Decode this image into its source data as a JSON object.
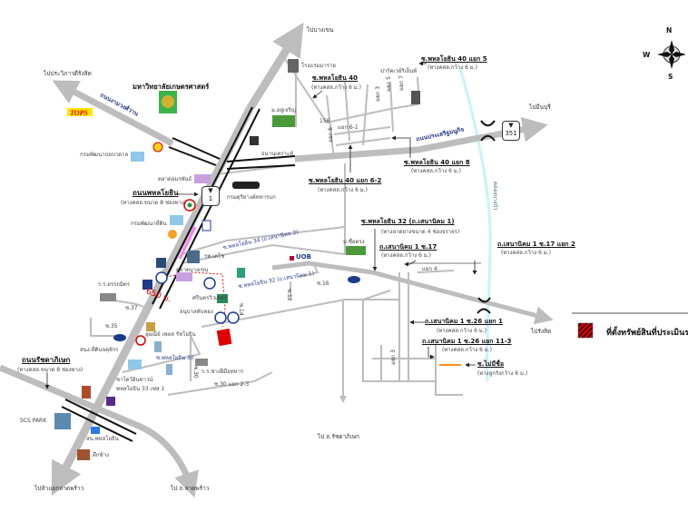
{
  "directions": {
    "to_bangkhen": "ไปบางเขน",
    "to_vibhavadi": "ไปประวิภาวดีรังสิต",
    "to_minburi": "ไปมีนบุรี",
    "to_east": "ไปรังสิต",
    "to_ratchada": "ไป ถ.รัชดาภิเษก",
    "to_5yaek_ladprao": "ไปห้าแยกลาดพร้าว",
    "to_ladprao": "ไป ถ.ลาดพร้าว"
  },
  "compass": {
    "n": "N",
    "s": "S",
    "w": "W"
  },
  "roads": {
    "phahonyothin": "ถนนพหลโยธิน",
    "phahonyothin_note": "(ทางคสล.ขนาด 8 ช่องทาง)",
    "ngamwongwan": "ถนนงามวงศ์วาน",
    "prasert": "ถนนประเสริฐมนูกิจ",
    "ratchada": "ถนนรัชดาภิเษก",
    "ratchada_note": "(ทางคสล.ขนาด 8 ช่องทาง)",
    "soi40": "ซ.พหลโยธิน 40",
    "soi40_note": "(ทางคสล.กว้าง 6 ม.)",
    "soi40_5": "ซ.พหลโยธิน 40 แยก 5",
    "soi40_5_note": "(ทางคสล.กว้าง 6 ม.)",
    "soi40_62": "ซ.พหลโยธิน 40 แยก 6-2",
    "soi40_62_note": "(ทางคสล.กว้าง 6 ม.)",
    "soi40_8": "ซ.พหลโยธิน 40 แยก 8",
    "soi40_8_note": "(ทางคสล.กว้าง 6 ม.)",
    "yaek3": "แยก 3",
    "yaek5": "แยก 5",
    "yaek7": "แยก 7",
    "yaek6": "แยก 6",
    "yaek61": "แยก 6-1",
    "no156": "156",
    "soi34": "ซ.พหลโยธิน 34 (ถ.เสนานิคม 2)",
    "soi32_title": "ซ.พหลโยธิน 32 (ถ.เสนานิคม 1)",
    "soi32_note": "(ทางลาดยางขนาด 4 ช่องจราจร)",
    "soi32_road": "ซ.พหลโยธิน 32 (ถ.เสนานิคม 1)",
    "sn17": "ถ.เสนานิคม 1 ซ.17",
    "sn17_note": "(ทางคสล.กว้าง 6 ม.)",
    "sn17_2": "ถ.เสนานิคม 1 ซ.17 แยก 2",
    "sn17_2_note": "(ทางคสล.กว้าง 6 ม.)",
    "yaek4": "แยก 4",
    "sn26_1": "ถ.เสนานิคม 1 ซ.26 แยก 1",
    "sn26_1_note": "(ทางคสล.กว้าง 6 ม.)",
    "sn26_113": "ถ.เสนานิคม 1 ซ.26 แยก 11-3",
    "sn26_113_note": "(ทางคสล.กว้าง 6 ม.)",
    "noname": "ซ.ไม่มีชื่อ",
    "noname_note": "(ทางลูกรังกว้าง 6 ม.)",
    "yaek3b": "แยก 3",
    "s12": "ซ.12",
    "s16": "ซ.16",
    "s14": "ซ.14",
    "s37": "ซ.37",
    "s35": "ซ.35",
    "soi30": "ซ.พหลโยธิน 30",
    "s30": "ซ.30",
    "s30_23": "ซ.30 แยก 2-3",
    "canal": "คลองบางบัว",
    "distance": "650 ม."
  },
  "shields": {
    "hw1": "1",
    "hw351": "351"
  },
  "places": {
    "ku": "มหาวิทยาลัยเกษตรศาสตร์",
    "tops": "TOPS",
    "groundwater": "กรมพัฒนาปอบาดาล",
    "amornphan": "ตลาดอมรพันธ์",
    "landdev": "กรมพัฒนาที่ดิน",
    "army": "กรมดุริยางค์ทหารบก",
    "maraya": "โรงแรมมาราย",
    "yoocharoen": "ม.อยู่เจริญ",
    "thananukroh": "ธนานุเคราะห์",
    "parkway": "ปาร์คเวย์ริเย็นท์",
    "chuetrong": "ม.ชื่อตรง",
    "uob": "UOB",
    "decho": "รพ.เดโช",
    "bangkhen_market": "ตลาดบางเขน",
    "atthamit": "ร.ร.อรรถมิตร",
    "srinakorn": "ศรีนครวิวเพอร์",
    "anuban": "อนุบาลทับทอง",
    "usanee": "อุษณีย์ เพลส รัชโยธิน",
    "landoffice": "สนง.ที่ดินจตุจักร",
    "chateau1": "ชาโตว์อินทาวน์",
    "chateau2": "พหลโยธิน 33 เฟส 1",
    "craft_school": "ร.ร.ช่างฝีมือทหาร",
    "scs": "SCS PARK",
    "police": "สน.พหลโยธิน",
    "elephant": "ตึกช้าง"
  },
  "legend": {
    "label": "ที่ตั้งทรัพย์สินที่ประเมินราคา",
    "color": "#e00000"
  },
  "colors": {
    "road": "#bdbdbd",
    "canal": "#c8f4f8",
    "highlight": "#ff8a1f"
  }
}
